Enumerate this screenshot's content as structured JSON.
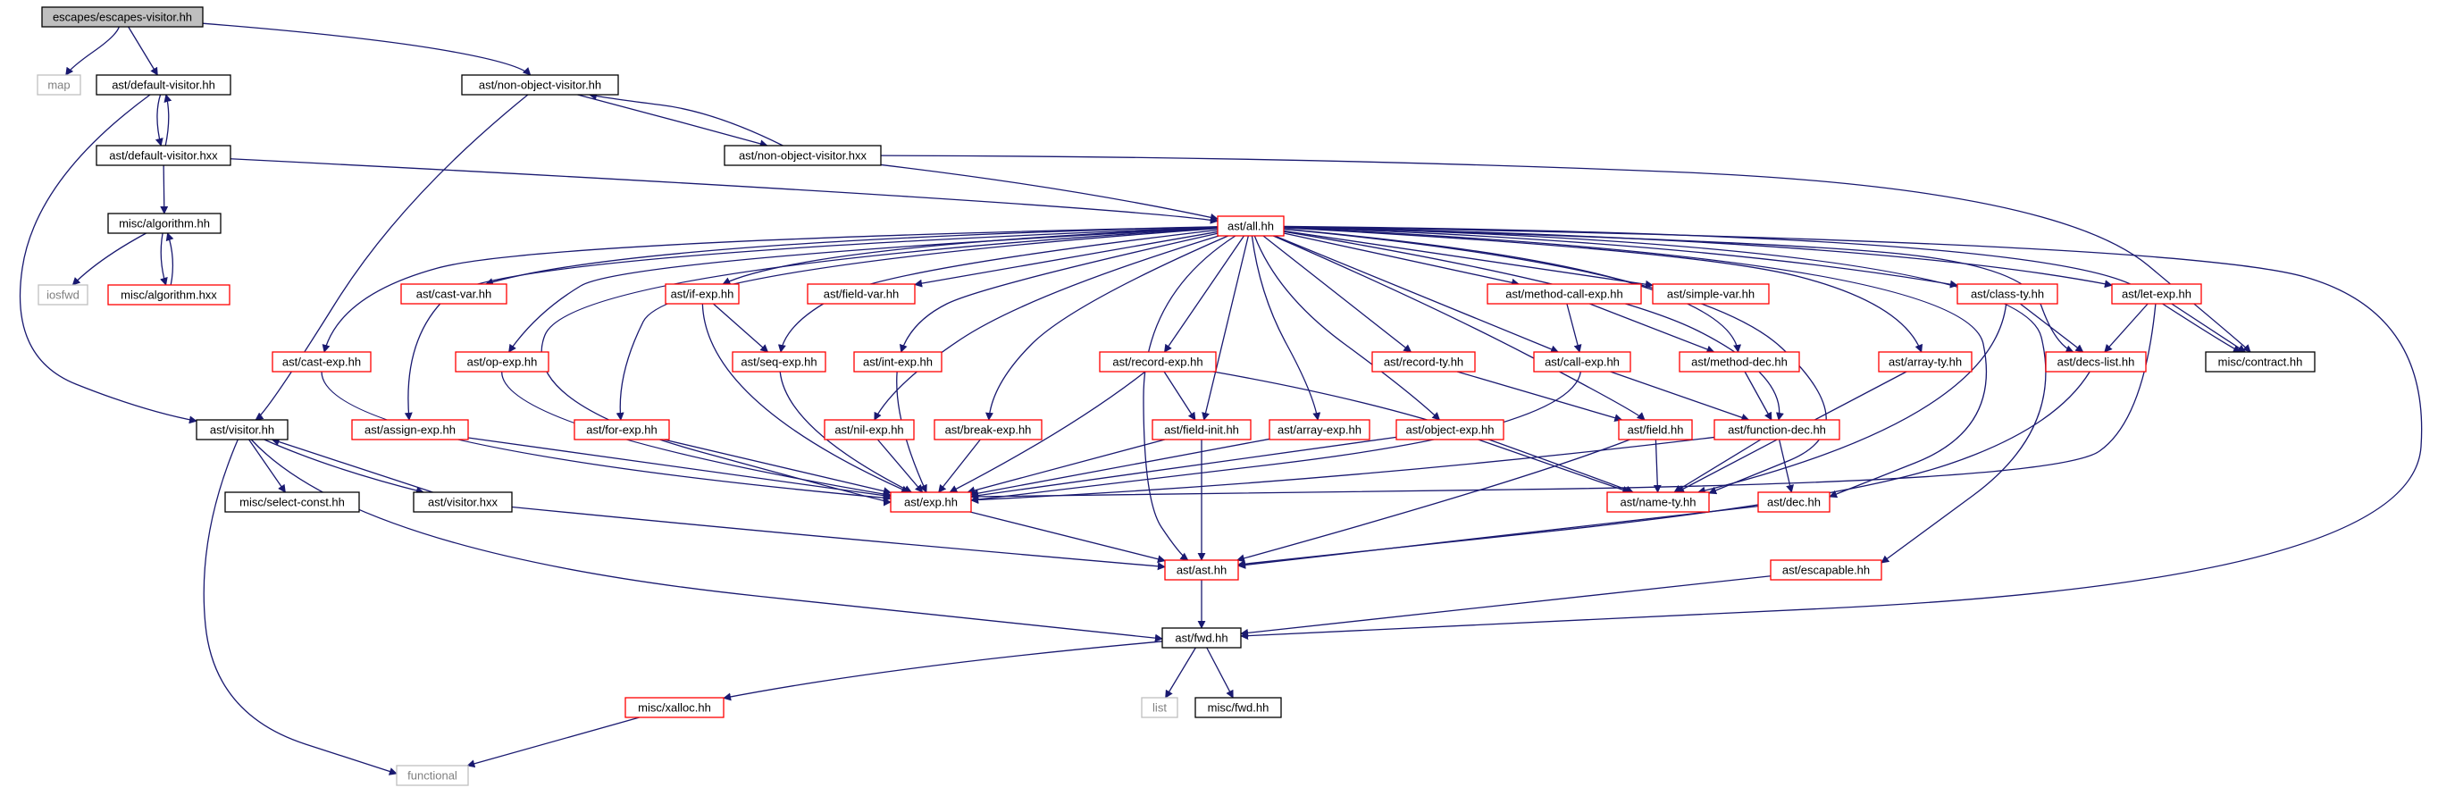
{
  "graph": {
    "root": "escapes/escapes-visitor.hh",
    "colors": {
      "edge": "#191970",
      "border_doc": "#000000",
      "border_undoc": "#ff0000",
      "border_system": "#bfbfbf",
      "root_fill": "#bfbfbf",
      "text_system": "#7f7f7f"
    },
    "nodes": [
      {
        "id": "n_root",
        "label": "escapes/escapes-visitor.hh",
        "kind": "root"
      },
      {
        "id": "n_map",
        "label": "map",
        "kind": "system"
      },
      {
        "id": "n_default_visitor_hh",
        "label": "ast/default-visitor.hh",
        "kind": "doc"
      },
      {
        "id": "n_nonobj_hh",
        "label": "ast/non-object-visitor.hh",
        "kind": "doc"
      },
      {
        "id": "n_default_visitor_hxx",
        "label": "ast/default-visitor.hxx",
        "kind": "doc"
      },
      {
        "id": "n_nonobj_hxx",
        "label": "ast/non-object-visitor.hxx",
        "kind": "doc"
      },
      {
        "id": "n_algorithm_hh",
        "label": "misc/algorithm.hh",
        "kind": "doc"
      },
      {
        "id": "n_iosfwd",
        "label": "iosfwd",
        "kind": "system"
      },
      {
        "id": "n_algorithm_hxx",
        "label": "misc/algorithm.hxx",
        "kind": "undoc"
      },
      {
        "id": "n_all",
        "label": "ast/all.hh",
        "kind": "undoc"
      },
      {
        "id": "n_cast_var",
        "label": "ast/cast-var.hh",
        "kind": "undoc"
      },
      {
        "id": "n_if_exp",
        "label": "ast/if-exp.hh",
        "kind": "undoc"
      },
      {
        "id": "n_field_var",
        "label": "ast/field-var.hh",
        "kind": "undoc"
      },
      {
        "id": "n_method_call",
        "label": "ast/method-call-exp.hh",
        "kind": "undoc"
      },
      {
        "id": "n_simple_var",
        "label": "ast/simple-var.hh",
        "kind": "undoc"
      },
      {
        "id": "n_class_ty",
        "label": "ast/class-ty.hh",
        "kind": "undoc"
      },
      {
        "id": "n_let_exp",
        "label": "ast/let-exp.hh",
        "kind": "undoc"
      },
      {
        "id": "n_cast_exp",
        "label": "ast/cast-exp.hh",
        "kind": "undoc"
      },
      {
        "id": "n_op_exp",
        "label": "ast/op-exp.hh",
        "kind": "undoc"
      },
      {
        "id": "n_seq_exp",
        "label": "ast/seq-exp.hh",
        "kind": "undoc"
      },
      {
        "id": "n_int_exp",
        "label": "ast/int-exp.hh",
        "kind": "undoc"
      },
      {
        "id": "n_record_exp",
        "label": "ast/record-exp.hh",
        "kind": "undoc"
      },
      {
        "id": "n_record_ty",
        "label": "ast/record-ty.hh",
        "kind": "undoc"
      },
      {
        "id": "n_call_exp",
        "label": "ast/call-exp.hh",
        "kind": "undoc"
      },
      {
        "id": "n_method_dec",
        "label": "ast/method-dec.hh",
        "kind": "undoc"
      },
      {
        "id": "n_array_ty",
        "label": "ast/array-ty.hh",
        "kind": "undoc"
      },
      {
        "id": "n_decs_list",
        "label": "ast/decs-list.hh",
        "kind": "undoc"
      },
      {
        "id": "n_contract",
        "label": "misc/contract.hh",
        "kind": "doc"
      },
      {
        "id": "n_visitor_hh",
        "label": "ast/visitor.hh",
        "kind": "doc"
      },
      {
        "id": "n_assign_exp",
        "label": "ast/assign-exp.hh",
        "kind": "undoc"
      },
      {
        "id": "n_for_exp",
        "label": "ast/for-exp.hh",
        "kind": "undoc"
      },
      {
        "id": "n_nil_exp",
        "label": "ast/nil-exp.hh",
        "kind": "undoc"
      },
      {
        "id": "n_break_exp",
        "label": "ast/break-exp.hh",
        "kind": "undoc"
      },
      {
        "id": "n_field_init",
        "label": "ast/field-init.hh",
        "kind": "undoc"
      },
      {
        "id": "n_array_exp",
        "label": "ast/array-exp.hh",
        "kind": "undoc"
      },
      {
        "id": "n_object_exp",
        "label": "ast/object-exp.hh",
        "kind": "undoc"
      },
      {
        "id": "n_field",
        "label": "ast/field.hh",
        "kind": "undoc"
      },
      {
        "id": "n_function_dec",
        "label": "ast/function-dec.hh",
        "kind": "undoc"
      },
      {
        "id": "n_select_const",
        "label": "misc/select-const.hh",
        "kind": "doc"
      },
      {
        "id": "n_visitor_hxx",
        "label": "ast/visitor.hxx",
        "kind": "doc"
      },
      {
        "id": "n_exp",
        "label": "ast/exp.hh",
        "kind": "undoc"
      },
      {
        "id": "n_name_ty",
        "label": "ast/name-ty.hh",
        "kind": "undoc"
      },
      {
        "id": "n_dec",
        "label": "ast/dec.hh",
        "kind": "undoc"
      },
      {
        "id": "n_ast",
        "label": "ast/ast.hh",
        "kind": "undoc"
      },
      {
        "id": "n_escapable",
        "label": "ast/escapable.hh",
        "kind": "undoc"
      },
      {
        "id": "n_fwd",
        "label": "ast/fwd.hh",
        "kind": "doc"
      },
      {
        "id": "n_xalloc",
        "label": "misc/xalloc.hh",
        "kind": "undoc"
      },
      {
        "id": "n_list",
        "label": "list",
        "kind": "system"
      },
      {
        "id": "n_misc_fwd",
        "label": "misc/fwd.hh",
        "kind": "doc"
      },
      {
        "id": "n_functional",
        "label": "functional",
        "kind": "system"
      }
    ]
  }
}
